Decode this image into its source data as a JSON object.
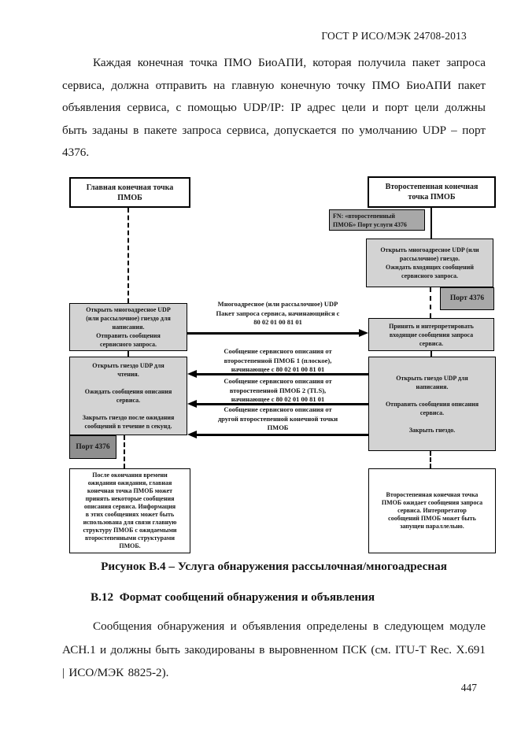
{
  "page": {
    "header": "ГОСТ Р ИСО/МЭК 24708-2013",
    "page_number": "447"
  },
  "intro_paragraph": "Каждая конечная точка ПМО БиоАПИ, которая получила пакет запроса сервиса, должна отправить на главную конечную точку ПМО БиоАПИ пакет объявления сервиса, с помощью UDP/IP: IP адрес цели и порт цели должны быть заданы в пакете запроса сервиса, допускается по умолчанию UDP – порт 4376.",
  "diagram": {
    "main_endpoint": "Главная конечная точка\nПМОБ",
    "secondary_endpoint": "Второстепенная конечная\nточка ПМОБ",
    "fn_note": "FN: «второстепенный\nПМОБ» Порт услуги 4376",
    "right_open_socket": "Открыть многоадресное UDP (или\nрассылочное) гнездо.\nОжидать входящих сообщений\nсервисного запроса.",
    "right_port": "Порт 4376",
    "left_open_socket": "Открыть многоадресное UDP\n(или рассылочное) гнездо для\nнаписания.\nОтправить сообщения\nсервисного запроса.",
    "right_receive": "Принять и интерпретировать\nвходящие сообщения запроса\nсервиса.",
    "left_read_socket": "Открыть гнездо UDP для\nчтения.\n\nОжидать сообщения описания\nсервиса.\n\nЗакрыть гнездо после ожидания\nсообщений в течение n секунд.",
    "right_write_socket": "Открыть гнездо UDP для\nнаписания.\n\nОтправить сообщения описания\nсервиса.\n\nЗакрыть гнездо.",
    "left_port": "Порт 4376",
    "bottom_left_note": "После окончания времени\nожидания ожидания, главная\nконечная точка ПМОБ может\nпринять некоторые сообщения\nописания сервиса. Информация\nв этих сообщениях может быть\nиспользована для связи главную\nструктуру ПМОБ с ожидаемыми\nвторостепенными структурами\nПМОБ.",
    "bottom_right_note": "Второстепенная конечная точка\nПМОБ ожидает сообщения запроса\nсервиса. Интерпретатор\nсообщений ПМОБ может быть\nзапущен параллельно.",
    "arrow_labels": {
      "request": "Многоадресное (или рассылочное) UDP\nПакет запроса сервиса, начинающийся с\n80 02 01 00 81 01",
      "reply1": "Сообщение сервисного описания от\nвторостепенной ПМОБ 1 (плоское),\nначинающее с 80 02 01 00 81 01",
      "reply2": "Сообщение сервисного описания от\nвторостепенной ПМОБ 2 (TLS),\nначинающее с 80 02 01 00 81 01",
      "reply3": "Сообщение сервисного описания от\nдругой второстепенной конечной точки\nПМОБ"
    }
  },
  "figure_caption": "Рисунок В.4 – Услуга обнаружения рассылочная/многоадресная",
  "section_heading": "В.12  Формат сообщений обнаружения и объявления",
  "body_paragraph": "Сообщения обнаружения и объявления определены в следующем модуле АСН.1 и должны быть закодированы в выровненном ПСК (см. ITU-T Rec. X.691 | ИСО/МЭК 8825-2).",
  "colors": {
    "page-bg": "#ffffff",
    "text": "#161616",
    "line": "#000000",
    "box-light": "#d3d3d3",
    "box-medium": "#a8a8a8",
    "box-dark": "#8f8f8f"
  }
}
